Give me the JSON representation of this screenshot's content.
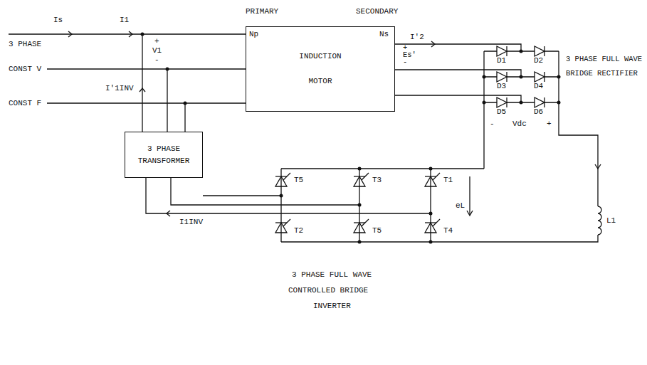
{
  "diagram": {
    "nodes": [
      {
        "text": [
          "INDUCTION MOTOR"
        ]
      },
      {
        "text": [
          "3 PHASE TRANSFORMER"
        ]
      }
    ],
    "edges": [
      {
        "from": 1,
        "to": 0,
        "arrow": "none"
      },
      {
        "from": 1,
        "to": 0,
        "arrow": "none"
      },
      {
        "from": 1,
        "to": 0,
        "arrow": "none"
      }
    ],
    "labels": [
      "Is",
      "I1",
      "PRIMARY",
      "SECONDARY",
      "3 PHASE",
      "CONST V",
      "CONST F",
      "+",
      "V1",
      "-",
      "I'1INV",
      "Np",
      "Ns",
      "I'2",
      "+",
      "Es'",
      "-",
      "D1",
      "D2",
      "D3",
      "D4",
      "D5",
      "D6",
      "3 PHASE FULL WAVE",
      "BRIDGE RECTIFIER",
      "-",
      "Vdc",
      "+",
      "T5",
      "T3",
      "T1",
      "T2",
      "T5",
      "T4",
      "eL",
      "L1",
      "I1INV",
      "3 PHASE FULL WAVE",
      "CONTROLLED BRIDGE",
      "INVERTER"
    ]
  }
}
